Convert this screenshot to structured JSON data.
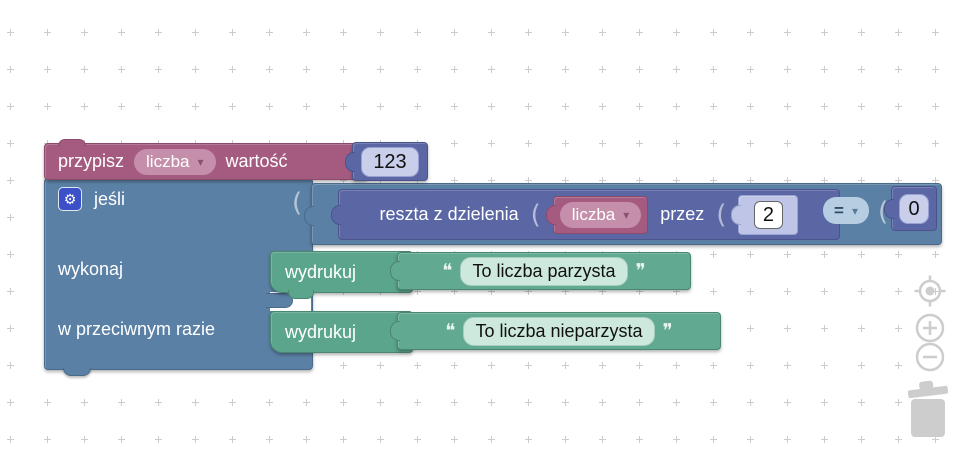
{
  "workspace": {
    "background": "#ffffff",
    "grid_dot_color": "#cccccc"
  },
  "blocks": {
    "set_variable": {
      "keyword": "przypisz",
      "variable": "liczba",
      "value_label": "wartość",
      "number_value": "123"
    },
    "if_block": {
      "if_label": "jeśli",
      "do_label": "wykonaj",
      "else_label": "w przeciwnym razie"
    },
    "modulo": {
      "label": "reszta z dzielenia",
      "variable": "liczba",
      "by_label": "przez",
      "divisor": "2"
    },
    "compare": {
      "operator": "=",
      "right_value": "0"
    },
    "print_even": {
      "keyword": "wydrukuj",
      "text": "To liczba parzysta"
    },
    "print_odd": {
      "keyword": "wydrukuj",
      "text": "To liczba nieparzysta"
    }
  },
  "icons": {
    "gear": "⚙",
    "dropdown_arrow": "▾",
    "socket": "(",
    "open_quote": "❝",
    "close_quote": "❞"
  },
  "colors": {
    "variable_pink": "#a55b80",
    "math_purple": "#5b67a5",
    "logic_blue": "#5b80a5",
    "text_green": "#5ba58c",
    "field_lavender": "#c9cfeb",
    "shadow_lavender": "#bfc5e6",
    "gear_blue": "#3c50c8",
    "control_gray": "#cdcdcd"
  }
}
